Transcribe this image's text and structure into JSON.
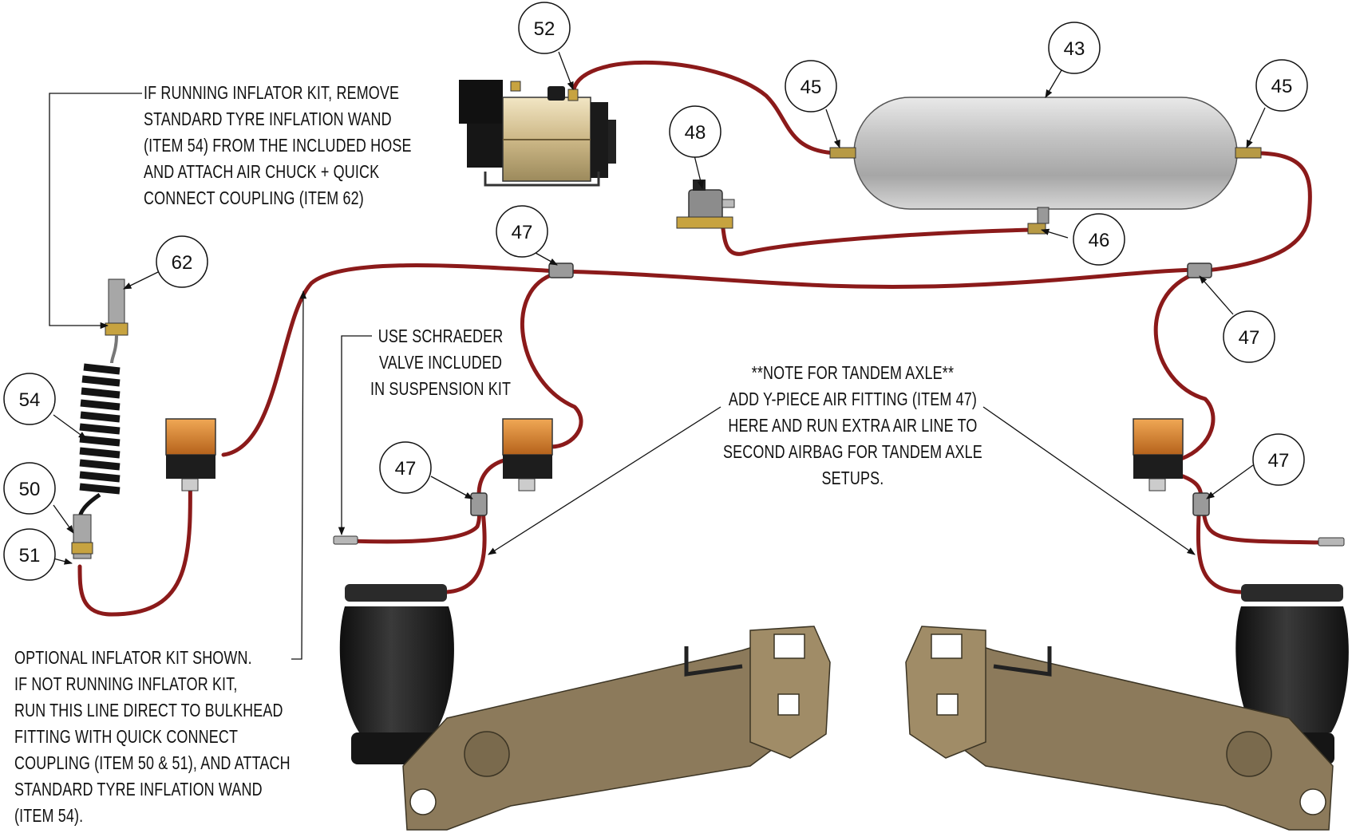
{
  "colors": {
    "air_line": "#8b1a1a",
    "tank": "#b8b8b8",
    "trailing_arm": "#8c7a5b",
    "airbag": "#1f1f1f",
    "valve_body": "#d9822b",
    "text": "#111111"
  },
  "callouts": [
    {
      "id": "c52",
      "label": "52"
    },
    {
      "id": "c43",
      "label": "43"
    },
    {
      "id": "c45a",
      "label": "45"
    },
    {
      "id": "c45b",
      "label": "45"
    },
    {
      "id": "c48",
      "label": "48"
    },
    {
      "id": "c46",
      "label": "46"
    },
    {
      "id": "c47a",
      "label": "47"
    },
    {
      "id": "c47b",
      "label": "47"
    },
    {
      "id": "c47c",
      "label": "47"
    },
    {
      "id": "c47d",
      "label": "47"
    },
    {
      "id": "c62",
      "label": "62"
    },
    {
      "id": "c54",
      "label": "54"
    },
    {
      "id": "c50",
      "label": "50"
    },
    {
      "id": "c51",
      "label": "51"
    }
  ],
  "notes": {
    "inflator_kit": [
      "IF RUNNING INFLATOR KIT, REMOVE",
      "STANDARD TYRE INFLATION WAND",
      "(ITEM 54) FROM THE INCLUDED HOSE",
      "AND ATTACH AIR CHUCK + QUICK",
      "CONNECT COUPLING (ITEM 62)"
    ],
    "schraeder": [
      "USE SCHRAEDER",
      "VALVE INCLUDED",
      "IN SUSPENSION KIT"
    ],
    "tandem": [
      "**NOTE FOR TANDEM AXLE**",
      "ADD Y-PIECE AIR FITTING (ITEM 47)",
      "HERE AND RUN EXTRA AIR LINE TO",
      "SECOND AIRBAG FOR TANDEM AXLE",
      "SETUPS."
    ],
    "optional_kit": [
      "OPTIONAL INFLATOR KIT SHOWN.",
      "IF NOT RUNNING INFLATOR KIT,",
      "RUN THIS LINE DIRECT TO BULKHEAD",
      "FITTING WITH QUICK CONNECT",
      "COUPLING (ITEM 50 & 51), AND ATTACH",
      "STANDARD TYRE INFLATION WAND",
      "(ITEM 54)."
    ]
  }
}
